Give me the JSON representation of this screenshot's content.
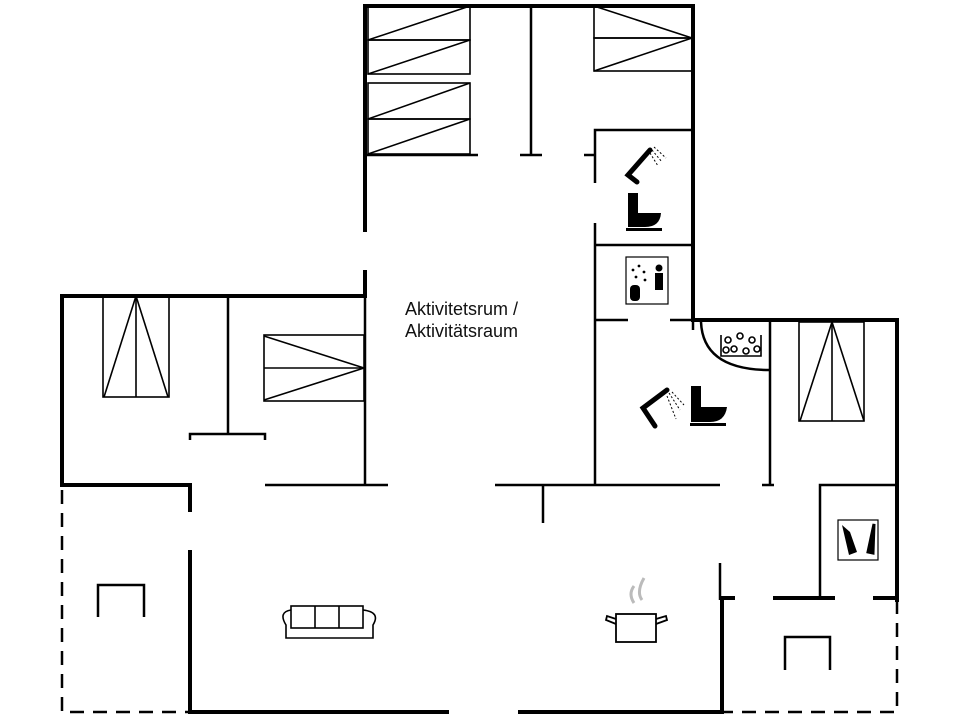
{
  "plan": {
    "rooms": [
      {
        "id": "activity-room",
        "label_line1": "Aktivitetsrum /",
        "label_line2": "Aktivitätsraum"
      }
    ],
    "icons": [
      "bed-icon",
      "shower-icon",
      "toilet-icon",
      "sauna-icon",
      "whirlpool-icon",
      "washing-machine-icon",
      "sofa-icon",
      "cooking-pot-icon",
      "table-icon"
    ],
    "colors": {
      "wall": "#000000",
      "background": "#ffffff",
      "steam": "#bbbbbb"
    }
  }
}
